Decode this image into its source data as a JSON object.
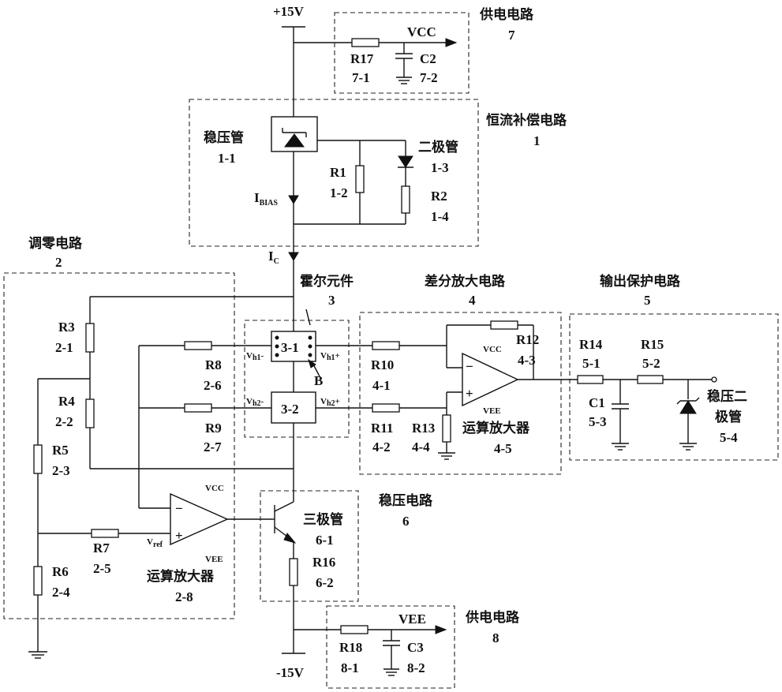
{
  "rails": {
    "pos": "+15V",
    "neg": "-15V",
    "vcc": "VCC",
    "vee": "VEE"
  },
  "blocks": {
    "supply_top": {
      "name": "供电电路",
      "num": "7"
    },
    "const_current": {
      "name": "恒流补偿电路",
      "num": "1"
    },
    "zero_adj": {
      "name": "调零电路",
      "num": "2"
    },
    "hall": {
      "name": "霍尔元件",
      "num": "3"
    },
    "diff_amp": {
      "name": "差分放大电路",
      "num": "4"
    },
    "out_protect": {
      "name": "输出保护电路",
      "num": "5"
    },
    "regulator": {
      "name": "稳压电路",
      "num": "6"
    },
    "supply_bottom": {
      "name": "供电电路",
      "num": "8"
    }
  },
  "parts": {
    "r17": {
      "name": "R17",
      "id": "7-1"
    },
    "c2": {
      "name": "C2",
      "id": "7-2"
    },
    "zener_11": {
      "name": "稳压管",
      "id": "1-1"
    },
    "r1": {
      "name": "R1",
      "id": "1-2"
    },
    "diode_13": {
      "name": "二极管",
      "id": "1-3"
    },
    "r2": {
      "name": "R2",
      "id": "1-4"
    },
    "r3": {
      "name": "R3",
      "id": "2-1"
    },
    "r4": {
      "name": "R4",
      "id": "2-2"
    },
    "r5": {
      "name": "R5",
      "id": "2-3"
    },
    "r6": {
      "name": "R6",
      "id": "2-4"
    },
    "r7": {
      "name": "R7",
      "id": "2-5"
    },
    "r8": {
      "name": "R8",
      "id": "2-6"
    },
    "r9": {
      "name": "R9",
      "id": "2-7"
    },
    "opamp_28": {
      "name": "运算放大器",
      "id": "2-8"
    },
    "hall_31": {
      "id": "3-1"
    },
    "hall_32": {
      "id": "3-2"
    },
    "r10": {
      "name": "R10",
      "id": "4-1"
    },
    "r11": {
      "name": "R11",
      "id": "4-2"
    },
    "r12": {
      "name": "R12",
      "id": "4-3"
    },
    "r13": {
      "name": "R13",
      "id": "4-4"
    },
    "opamp_45": {
      "name": "运算放大器",
      "id": "4-5"
    },
    "r14": {
      "name": "R14",
      "id": "5-1"
    },
    "r15": {
      "name": "R15",
      "id": "5-2"
    },
    "c1": {
      "name": "C1",
      "id": "5-3"
    },
    "zener_54": {
      "name_line1": "稳压二",
      "name_line2": "极管",
      "id": "5-4"
    },
    "transistor_61": {
      "name": "三极管",
      "id": "6-1"
    },
    "r16": {
      "name": "R16",
      "id": "6-2"
    },
    "r18": {
      "name": "R18",
      "id": "8-1"
    },
    "c3": {
      "name": "C3",
      "id": "8-2"
    }
  },
  "signals": {
    "ibias_main": "I",
    "ibias_sub": "BIAS",
    "ic_main": "I",
    "ic_sub": "C",
    "b_field": "B",
    "vh1n": "V",
    "vh1n_sub": "h1",
    "vh1n_sign": "-",
    "vh1p": "V",
    "vh1p_sub": "h1",
    "vh1p_sign": "+",
    "vh2n": "V",
    "vh2n_sub": "h2",
    "vh2n_sign": "-",
    "vh2p": "V",
    "vh2p_sub": "h2",
    "vh2p_sign": "+",
    "vref": "V",
    "vref_sub": "ref",
    "minus": "−",
    "plus": "+"
  }
}
